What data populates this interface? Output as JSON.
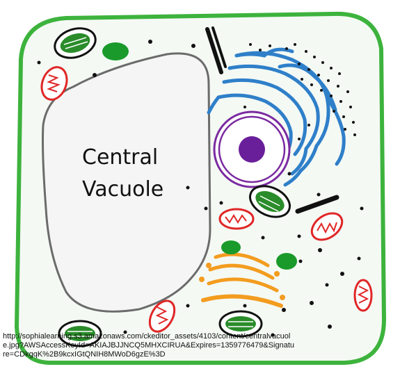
{
  "labels": {
    "vacuole_line1": "Central",
    "vacuole_line2": "Vacuole"
  },
  "caption": "http://sophialearning.s3.amazonaws.com/ckeditor_assets/4103/content/centralvacuole.jpg?AWSAccessKeyId=AKIAJBJJNCQ5MHXCIRUA&Expires=1359776479&Signature=CDkgqK%2B9kcxIGtQNIH8MWoD6gzE%3D",
  "colors": {
    "cell_wall": "#3db33d",
    "cytoplasm": "#f4f9f4",
    "vacuole_border": "#6b6b6b",
    "vacuole_fill": "#f5f5f5",
    "golgi_er": "#2f7fc9",
    "nucleus_ring": "#7a2aa0",
    "nucleolus": "#6a1f9a",
    "chloroplast": "#2a8c2a",
    "mitochondrion": "#e02626",
    "golgi_apparatus": "#f39c1f",
    "ribosome": "#111111",
    "vesicle": "#1a9a2a"
  }
}
